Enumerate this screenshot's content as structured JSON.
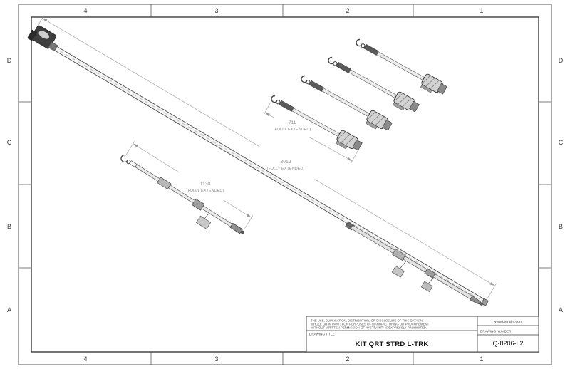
{
  "frame": {
    "columns": [
      "4",
      "3",
      "2",
      "1"
    ],
    "rows": [
      "D",
      "C",
      "B",
      "A"
    ]
  },
  "dimensions": {
    "track": {
      "value": "3912",
      "note": "(FULLY EXTENDED)"
    },
    "strap": {
      "value": "1130",
      "note": "(FULLY EXTENDED)"
    },
    "retractor": {
      "value": "711",
      "note": "(FULLY EXTENDED)"
    }
  },
  "title_block": {
    "legal_lines": [
      "THE USE, DUPLICATION, DISTRIBUTION, OR DISCLOSURE OF THIS DATA (IN",
      "WHOLE OR IN PART) FOR PURPOSES OF MANUFACTURING OR PROCUREMENT",
      "WITHOUT WRITTEN PERMISSION OF \"Q'STRAINT\" IS EXPRESSLY PROHIBITED."
    ],
    "website": "www.qstraint.com",
    "drawing_title_label": "DRAWING TITLE",
    "drawing_title": "KIT QRT STRD L-TRK",
    "drawing_number_label": "DRAWING NUMBER",
    "drawing_number": "Q-8206-L2"
  }
}
